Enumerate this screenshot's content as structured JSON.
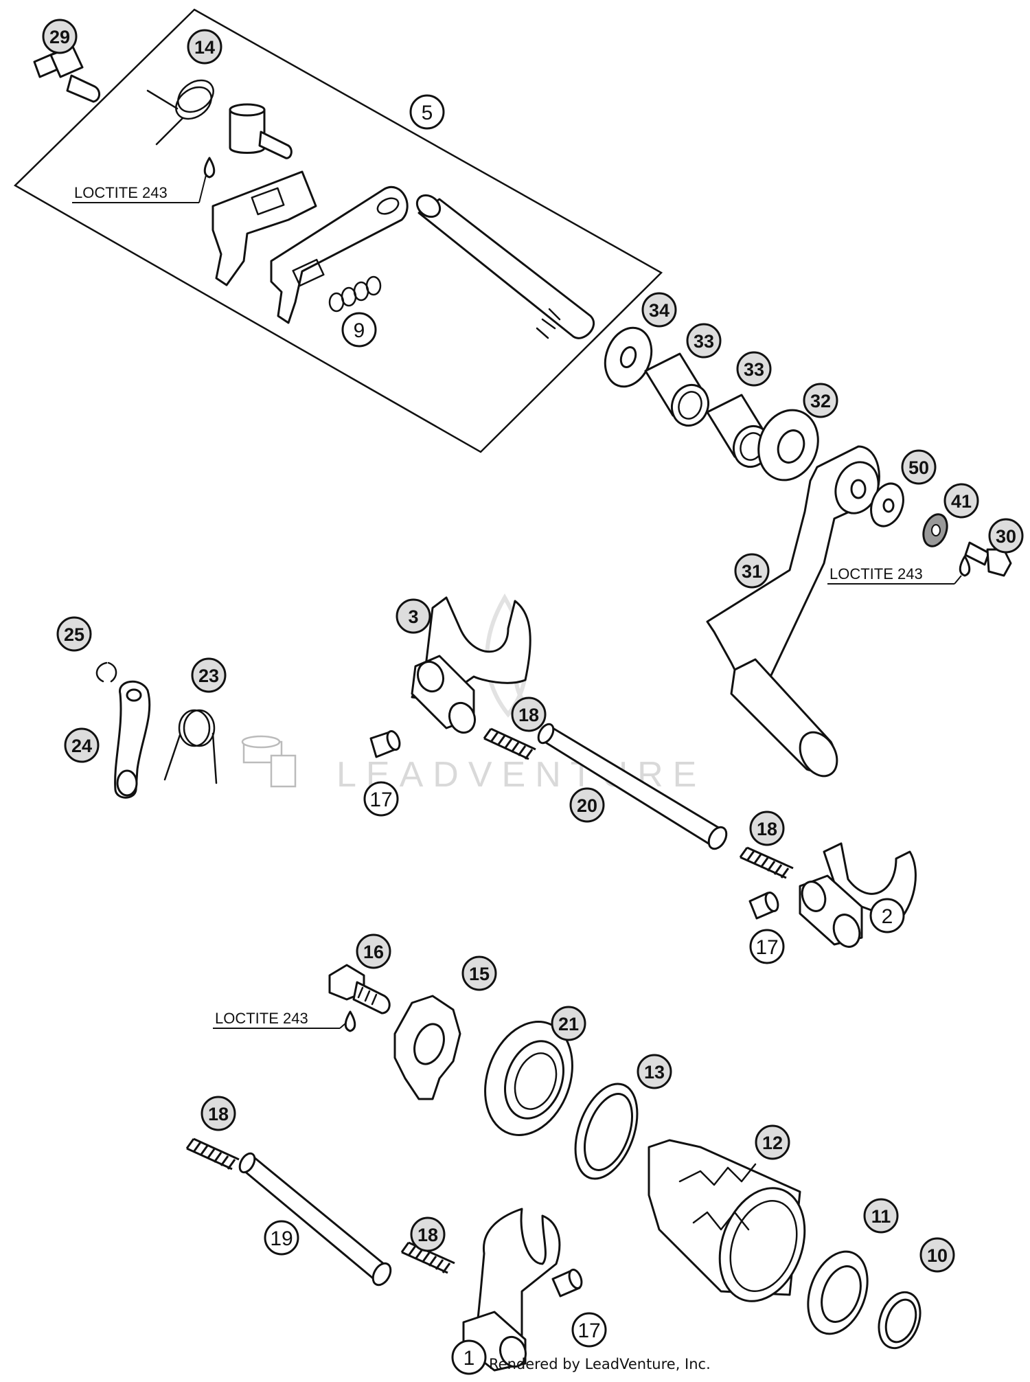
{
  "credit": "Rendered by LeadVenture, Inc.",
  "watermark": "LEADVENTURE",
  "loctite_label": "LOCTITE 243",
  "callouts": [
    {
      "id": "c29",
      "label": "29",
      "style": "filled"
    },
    {
      "id": "c14",
      "label": "14",
      "style": "filled"
    },
    {
      "id": "c5",
      "label": "5",
      "style": "open"
    },
    {
      "id": "c9",
      "label": "9",
      "style": "open"
    },
    {
      "id": "c34",
      "label": "34",
      "style": "filled"
    },
    {
      "id": "c33a",
      "label": "33",
      "style": "filled"
    },
    {
      "id": "c33b",
      "label": "33",
      "style": "filled"
    },
    {
      "id": "c32",
      "label": "32",
      "style": "filled"
    },
    {
      "id": "c50",
      "label": "50",
      "style": "filled"
    },
    {
      "id": "c41",
      "label": "41",
      "style": "filled"
    },
    {
      "id": "c30",
      "label": "30",
      "style": "filled"
    },
    {
      "id": "c31",
      "label": "31",
      "style": "filled"
    },
    {
      "id": "c3",
      "label": "3",
      "style": "filled"
    },
    {
      "id": "c18a",
      "label": "18",
      "style": "filled"
    },
    {
      "id": "c17a",
      "label": "17",
      "style": "open"
    },
    {
      "id": "c25",
      "label": "25",
      "style": "filled"
    },
    {
      "id": "c23",
      "label": "23",
      "style": "filled"
    },
    {
      "id": "c24",
      "label": "24",
      "style": "filled"
    },
    {
      "id": "c20",
      "label": "20",
      "style": "filled"
    },
    {
      "id": "c18b",
      "label": "18",
      "style": "filled"
    },
    {
      "id": "c2",
      "label": "2",
      "style": "open"
    },
    {
      "id": "c17b",
      "label": "17",
      "style": "open"
    },
    {
      "id": "c16",
      "label": "16",
      "style": "filled"
    },
    {
      "id": "c15",
      "label": "15",
      "style": "filled"
    },
    {
      "id": "c21",
      "label": "21",
      "style": "filled"
    },
    {
      "id": "c13",
      "label": "13",
      "style": "filled"
    },
    {
      "id": "c12",
      "label": "12",
      "style": "filled"
    },
    {
      "id": "c18c",
      "label": "18",
      "style": "filled"
    },
    {
      "id": "c19",
      "label": "19",
      "style": "open"
    },
    {
      "id": "c18d",
      "label": "18",
      "style": "filled"
    },
    {
      "id": "c11",
      "label": "11",
      "style": "filled"
    },
    {
      "id": "c10",
      "label": "10",
      "style": "filled"
    },
    {
      "id": "c17c",
      "label": "17",
      "style": "open"
    },
    {
      "id": "c1",
      "label": "1",
      "style": "open"
    }
  ]
}
